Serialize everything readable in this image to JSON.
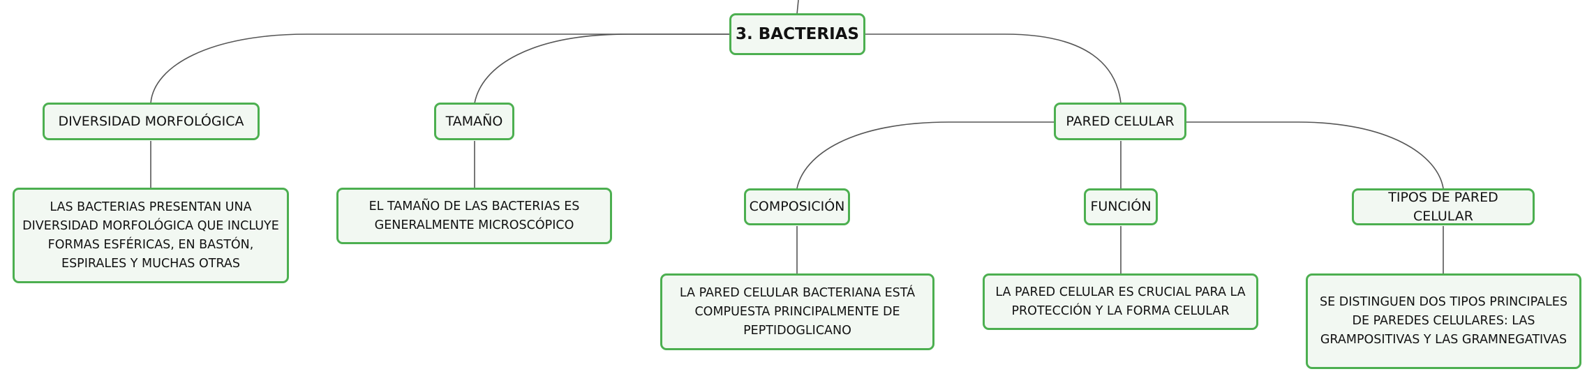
{
  "root": {
    "label": "3. BACTERIAS"
  },
  "branches": [
    {
      "label": "DIVERSIDAD MORFOLÓGICA",
      "detail": "LAS BACTERIAS PRESENTAN UNA DIVERSIDAD MORFOLÓGICA QUE INCLUYE FORMAS ESFÉRICAS, EN BASTÓN, ESPIRALES Y MUCHAS OTRAS"
    },
    {
      "label": "TAMAÑO",
      "detail": "EL TAMAÑO DE LAS BACTERIAS ES GENERALMENTE MICROSCÓPICO"
    },
    {
      "label": "PARED CELULAR",
      "children": [
        {
          "label": "COMPOSICIÓN",
          "detail": "LA PARED CELULAR BACTERIANA ESTÁ COMPUESTA PRINCIPALMENTE DE PEPTIDOGLICANO"
        },
        {
          "label": "FUNCIÓN",
          "detail": "LA PARED CELULAR ES CRUCIAL PARA LA PROTECCIÓN Y LA FORMA CELULAR"
        },
        {
          "label": "TIPOS DE PARED CELULAR",
          "detail": "SE DISTINGUEN DOS TIPOS PRINCIPALES DE PAREDES CELULARES: LAS GRAMPOSITIVAS Y LAS GRAMNEGATIVAS"
        }
      ]
    }
  ],
  "colors": {
    "node_border": "#4caf50",
    "node_fill": "#f2f8f2",
    "connector": "#555555"
  }
}
